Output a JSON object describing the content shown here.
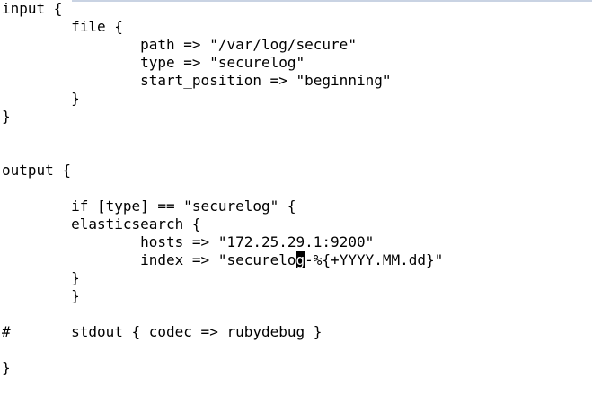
{
  "editor": {
    "lines": [
      "input {",
      "        file {",
      "                path => \"/var/log/secure\"",
      "                type => \"securelog\"",
      "                start_position => \"beginning\"",
      "        }",
      "}",
      "",
      "",
      "output {",
      "",
      "        if [type] == \"securelog\" {",
      "        elasticsearch {",
      "                hosts => \"172.25.29.1:9200\"",
      "                index => \"securelo",
      "        }",
      "        }",
      "",
      "#       stdout { codec => rubydebug }",
      "",
      "}"
    ],
    "cursor_line": {
      "before": "                index => \"securelo",
      "cursor_char": "g",
      "after": "-%{+YYYY.MM.dd}\""
    }
  }
}
